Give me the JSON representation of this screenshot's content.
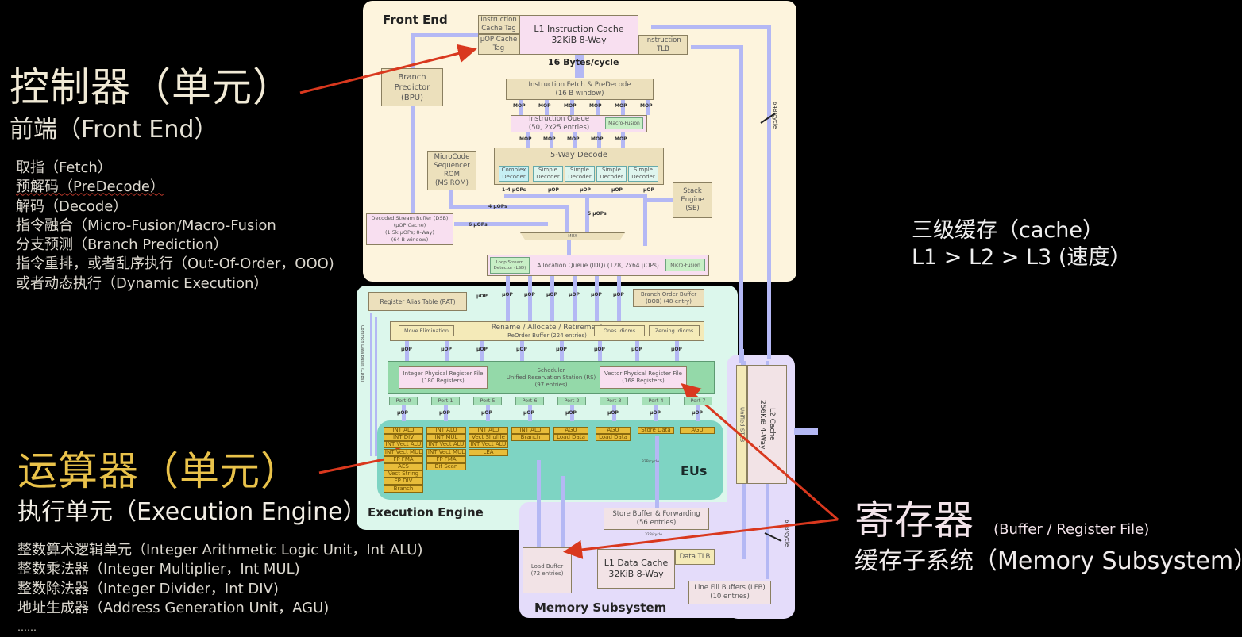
{
  "left_notes": {
    "control": {
      "title": "控制器（单元）",
      "subtitle": "前端（Front End）",
      "items": [
        "取指（Fetch）",
        "预解码（PreDecode）",
        "解码（Decode）",
        "指令融合（Micro-Fusion/Macro-Fusion",
        "分支预测（Branch Prediction）",
        "指令重排，或者乱序执行（Out-Of-Order，OOO)",
        "或者动态执行（Dynamic Execution）"
      ]
    },
    "alu": {
      "title": "运算器（单元）",
      "subtitle": "执行单元（Execution Engine）",
      "items": [
        "整数算术逻辑单元（Integer Arithmetic Logic Unit，Int ALU)",
        "整数乘法器（Integer Multiplier，Int MUL)",
        "整数除法器（Integer Divider，Int DIV)",
        "地址生成器（Address Generation Unit，AGU)",
        "……"
      ]
    }
  },
  "right_notes": {
    "cache": {
      "line1": "三级缓存（cache）",
      "line2": "L1 > L2 > L3 (速度）"
    },
    "register": {
      "title": "寄存器",
      "title_note": "(Buffer / Register File)",
      "subtitle": "缓存子系统（Memory Subsystem）"
    }
  },
  "colors": {
    "title_gold": "#e9c24a",
    "title_cream": "#f1ead6",
    "register_pink": "#f3e4ea",
    "arrow_red": "#d9381e",
    "bus_blue": "#b4b8f4"
  },
  "diagram": {
    "front_end": {
      "label": "Front End",
      "icache_tag": "Instruction Cache Tag",
      "uop_cache_tag": "µOP Cache Tag",
      "l1i": [
        "L1 Instruction Cache",
        "32KiB 8-Way"
      ],
      "itlb": [
        "Instruction",
        "TLB"
      ],
      "fetch_rate": "16 Bytes/cycle",
      "bpu": [
        "Branch",
        "Predictor",
        "(BPU)"
      ],
      "fetch": [
        "Instruction Fetch & PreDecode",
        "(16 B window)"
      ],
      "mop": "MOP",
      "iq": [
        "Instruction Queue",
        "(50, 2x25 entries)"
      ],
      "macro_fusion": "Macro-Fusion",
      "msrom": [
        "MicroCode",
        "Sequencer",
        "ROM",
        "(MS ROM)"
      ],
      "decode": "5-Way Decode",
      "complex_decoder": [
        "Complex",
        "Decoder"
      ],
      "simple_decoder": [
        "Simple",
        "Decoder"
      ],
      "decode_out": [
        "1-4 µOPs",
        "µOP",
        "µOP",
        "µOP",
        "µOP"
      ],
      "stack_engine": [
        "Stack",
        "Engine",
        "(SE)"
      ],
      "dsb": [
        "Decoded Stream Buffer (DSB)",
        "(µOP Cache)",
        "(1.5k µOPs; 8-Way)",
        "(64 B window)"
      ],
      "ms_uops": "4 µOPs",
      "dsb_uops": "6 µOPs",
      "decode_uops": "5 µOPs",
      "mux": "MUX",
      "lsd": [
        "Loop Stream",
        "Detector (LSD)"
      ],
      "idq": "Allocation Queue (IDQ) (128, 2x64 µOPs)",
      "micro_fusion": "Micro-Fusion",
      "l2_bus_rate": "64B/cycle"
    },
    "execution_engine": {
      "label": "Execution Engine",
      "rat": "Register Alias Table (RAT)",
      "bob": [
        "Branch Order Buffer",
        "(BOB) (48-entry)"
      ],
      "uop": "µOP",
      "rename": [
        "Rename / Allocate / Retirement",
        "ReOrder Buffer (224 entries)"
      ],
      "move_elim": "Move Elimination",
      "ones_idioms": "Ones Idioms",
      "zeroing_idioms": "Zeroing Idioms",
      "int_prf": [
        "Integer Physical Register File",
        "(180 Registers)"
      ],
      "scheduler": [
        "Scheduler",
        "Unified Reservation Station (RS)",
        "(97 entries)"
      ],
      "vec_prf": [
        "Vector Physical Register File",
        "(168 Registers)"
      ],
      "cdb": "Common Data Buses (CDBs)",
      "ports": [
        "Port 0",
        "Port 1",
        "Port 5",
        "Port 6",
        "Port 2",
        "Port 3",
        "Port 4",
        "Port 7"
      ],
      "eus_label": "EUs",
      "eu_columns": [
        [
          "INT ALU",
          "INT DIV",
          "INT Vect ALU",
          "INT Vect MUL",
          "FP FMA",
          "AES",
          "Vect String",
          "FP DIV",
          "Branch"
        ],
        [
          "INT ALU",
          "INT MUL",
          "INT Vect ALU",
          "INT Vect MUL",
          "FP FMA",
          "Bit Scan"
        ],
        [
          "INT ALU",
          "Vect Shuffle",
          "INT Vect ALU",
          "LEA"
        ],
        [
          "INT ALU",
          "Branch"
        ],
        [
          "AGU",
          "Load Data"
        ],
        [
          "AGU",
          "Load Data"
        ],
        [
          "Store Data"
        ],
        [
          "AGU"
        ]
      ],
      "store_rate": "32B/cycle"
    },
    "memory": {
      "label": "Memory Subsystem",
      "store_buffer": [
        "Store Buffer & Forwarding",
        "(56 entries)"
      ],
      "load_buffer": [
        "Load Buffer",
        "(72 entries)"
      ],
      "l1d": [
        "L1 Data Cache",
        "32KiB 8-Way"
      ],
      "dtlb": "Data TLB",
      "lfb": [
        "Line Fill Buffers (LFB)",
        "(10 entries)"
      ],
      "l2_rate": "64B/cycle",
      "small_rate": "32B/cycle"
    },
    "l2": {
      "stlb": "Unified STLB",
      "cache": [
        "L2 Cache",
        "256KiB 4-Way"
      ]
    }
  }
}
